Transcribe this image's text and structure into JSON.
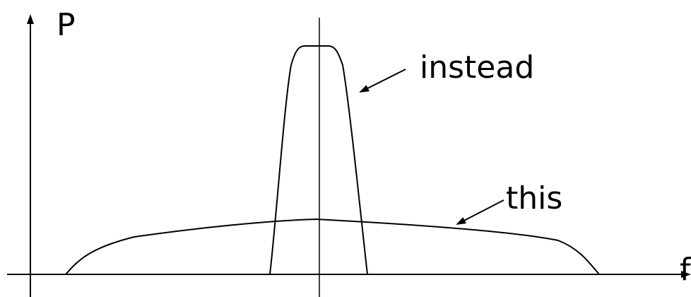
{
  "diagram": {
    "y_axis_label": "P",
    "x_axis_label": "f",
    "curves": [
      {
        "label": "instead",
        "description": "narrow tall peak"
      },
      {
        "label": "this",
        "description": "wide flat spectrum"
      }
    ],
    "colors": {
      "ink": "#000000",
      "background": "#ffffff"
    }
  }
}
